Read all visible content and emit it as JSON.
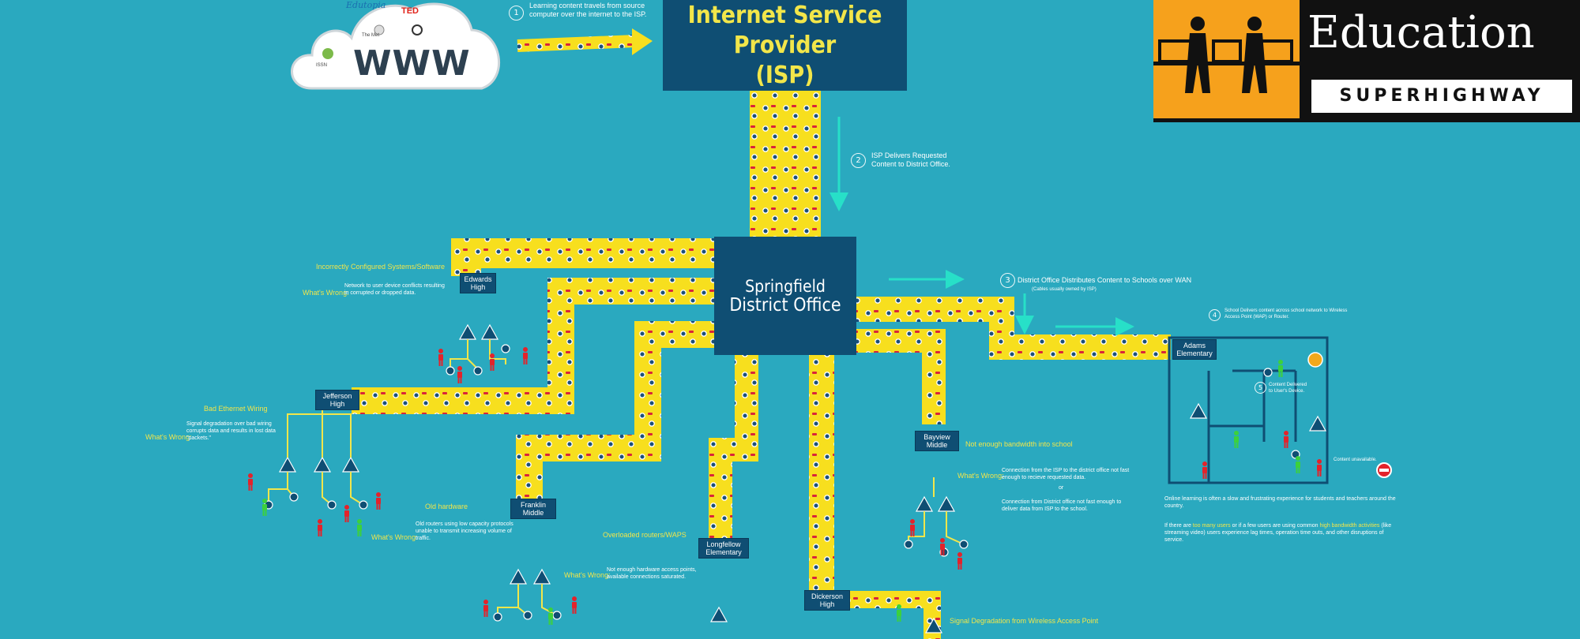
{
  "cloud": {
    "www": "WWW",
    "ted": "TED",
    "edu_logo": "Edutopia",
    "logo_small_a": "The Met",
    "logo_small_b": "ISSN"
  },
  "header": {
    "isp_line1": "Internet Service Provider",
    "isp_line2": "(ISP)",
    "district_line1": "Springfield",
    "district_line2": "District Office"
  },
  "logo": {
    "title": "Education",
    "subtitle": "SUPERHIGHWAY"
  },
  "steps": [
    {
      "num": "1",
      "text": "Learning content travels from source computer over the internet to the ISP."
    },
    {
      "num": "2",
      "text": "ISP Delivers Requested Content to District Office."
    },
    {
      "num": "3",
      "text": "District Office Distributes Content to Schools over WAN",
      "sub": "(Cables usually owned by ISP)"
    },
    {
      "num": "4",
      "text": "School Delivers content across school network to Wireless Access Point (WAP) or Router."
    },
    {
      "num": "5",
      "text": "Content Delivered to User's Device."
    }
  ],
  "schools": {
    "edwards": "Edwards High",
    "jefferson": "Jefferson High",
    "franklin": "Franklin Middle",
    "longfellow": "Longfellow Elementary",
    "dickerson": "Dickerson High",
    "bayview": "Bayview Middle",
    "adams": "Adams Elementary"
  },
  "issues": {
    "incorrect_title": "Incorrectly Configured Systems/Software",
    "incorrect_wrong_label": "What's Wrong:",
    "incorrect_wrong": "Network to user device conflicts resulting in corrupted or dropped data.",
    "bad_title": "Bad Ethernet Wiring",
    "bad_wrong_label": "What's Wrong:",
    "bad_wrong": "Signal degradation over bad wiring corrupts data and results in lost data \"packets.\"",
    "old_title": "Old hardware",
    "old_wrong_label": "What's Wrong:",
    "old_wrong": "Old routers using low capacity protocols unable to transmit increasing volume of traffic.",
    "overloaded_title": "Overloaded routers/WAPS",
    "overloaded_wrong_label": "What's Wrong:",
    "overloaded_wrong": "Not enough hardware access points, available connections saturated.",
    "bandwidth_title": "Not enough bandwidth into school",
    "bandwidth_wrong_label": "What's Wrong:",
    "bandwidth_wrong_a": "Connection from the ISP to the district office not fast enough to recieve requested data.",
    "bandwidth_or": "or",
    "bandwidth_wrong_b": "Connection from District office not fast enough to deliver data from ISP to the school.",
    "signal_title": "Signal Degradation from Wireless Access Point"
  },
  "notes": {
    "content_unavailable": "Content unavailable.",
    "summary1": "Online learning is often a slow and frustrating experience for students and teachers around the country.",
    "summary2_a": "If there are ",
    "summary2_b": "too many users",
    "summary2_c": " or if a few users are using common ",
    "summary2_d": "high bandwidth activities",
    "summary2_e": " (like streaming video) users experience lag times, operation time outs, and other disruptions of service."
  },
  "colors": {
    "background": "#2aa9bf",
    "pipe": "#f7df1e",
    "box": "#0f4e73",
    "arrow": "#27e0c8",
    "user_red": "#e3232b",
    "user_green": "#3cd13c",
    "accent_yellow": "#f2e64a",
    "logo_orange": "#f6a11c"
  }
}
